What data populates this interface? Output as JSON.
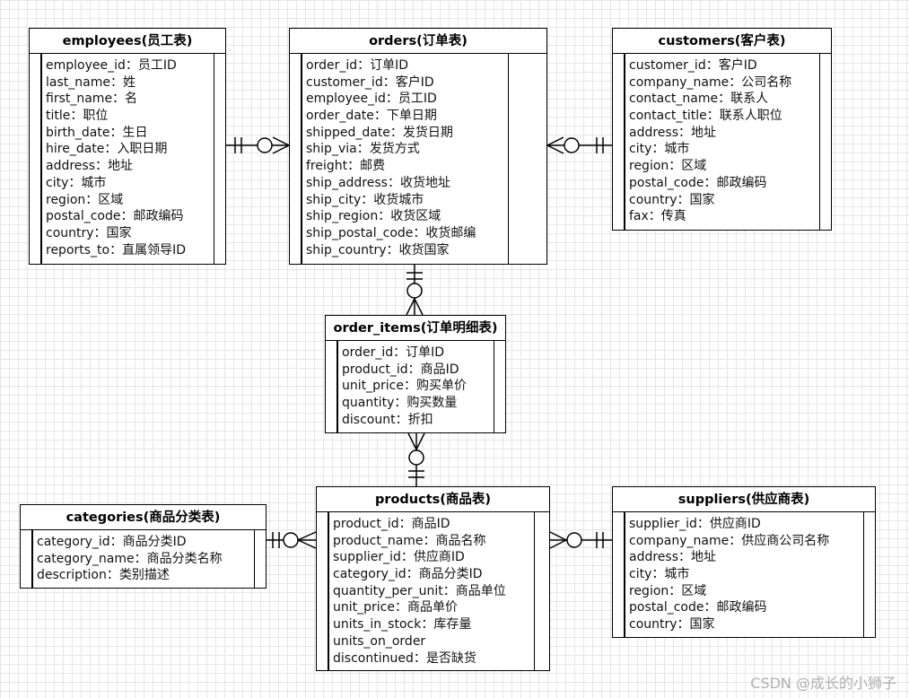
{
  "entities": {
    "employees": {
      "title": "employees(员工表)",
      "fields": [
        "employee_id：员工ID",
        "last_name：姓",
        "first_name：名",
        "title：职位",
        "birth_date：生日",
        "hire_date：入职日期",
        "address：地址",
        "city：城市",
        "region：区域",
        "postal_code：邮政编码",
        "country：国家",
        "reports_to：直属领导ID"
      ]
    },
    "orders": {
      "title": "orders(订单表)",
      "fields": [
        "order_id：订单ID",
        "customer_id：客户ID",
        "employee_id：员工ID",
        "order_date：下单日期",
        "shipped_date：发货日期",
        "ship_via：发货方式",
        "freight：邮费",
        "ship_address：收货地址",
        "ship_city：收货城市",
        "ship_region：收货区域",
        "ship_postal_code：收货邮编",
        "ship_country：收货国家"
      ]
    },
    "customers": {
      "title": "customers(客户表)",
      "fields": [
        "customer_id：客户ID",
        "company_name：公司名称",
        "contact_name：联系人",
        "contact_title：联系人职位",
        "address：地址",
        "city：城市",
        "region：区域",
        "postal_code：邮政编码",
        "country：国家",
        "fax：传真"
      ]
    },
    "order_items": {
      "title": "order_items(订单明细表)",
      "fields": [
        "order_id：订单ID",
        "product_id：商品ID",
        "unit_price：购买单价",
        "quantity：购买数量",
        "discount：折扣"
      ]
    },
    "categories": {
      "title": "categories(商品分类表)",
      "fields": [
        "category_id：商品分类ID",
        "category_name：商品分类名称",
        "description：类别描述"
      ]
    },
    "products": {
      "title": "products(商品表)",
      "fields": [
        "product_id：商品ID",
        "product_name：商品名称",
        "supplier_id：供应商ID",
        "category_id：商品分类ID",
        "quantity_per_unit：商品单位",
        "unit_price：商品单价",
        "units_in_stock：库存量",
        "units_on_order",
        "discontinued：是否缺货"
      ]
    },
    "suppliers": {
      "title": "suppliers(供应商表)",
      "fields": [
        "supplier_id：供应商ID",
        "company_name：供应商公司名称",
        "address：地址",
        "city：城市",
        "region：区域",
        "postal_code：邮政编码",
        "country：国家"
      ]
    }
  },
  "relationships": [
    {
      "from": "employees",
      "to": "orders",
      "from_cardinality": "one-and-only-one",
      "to_cardinality": "zero-or-many"
    },
    {
      "from": "customers",
      "to": "orders",
      "from_cardinality": "one-and-only-one",
      "to_cardinality": "zero-or-many"
    },
    {
      "from": "orders",
      "to": "order_items",
      "from_cardinality": "one-and-only-one",
      "to_cardinality": "zero-or-many"
    },
    {
      "from": "products",
      "to": "order_items",
      "from_cardinality": "one-and-only-one",
      "to_cardinality": "zero-or-many"
    },
    {
      "from": "categories",
      "to": "products",
      "from_cardinality": "one-and-only-one",
      "to_cardinality": "zero-or-many"
    },
    {
      "from": "suppliers",
      "to": "products",
      "from_cardinality": "one-and-only-one",
      "to_cardinality": "zero-or-many"
    }
  ],
  "watermark": "CSDN @成长的小狮子"
}
